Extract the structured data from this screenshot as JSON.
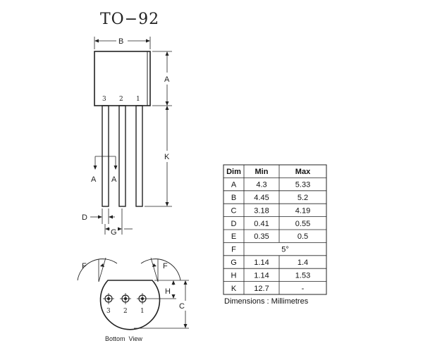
{
  "title": "TO−92",
  "front_view": {
    "dim_labels": {
      "B": "B",
      "A": "A",
      "K": "K",
      "A_left": "A",
      "A_right": "A",
      "D": "D",
      "G": "G"
    },
    "pin_numbers": [
      "3",
      "2",
      "1"
    ]
  },
  "bottom_view": {
    "dim_labels": {
      "F_left": "F",
      "F_right": "F",
      "H": "H",
      "C": "C"
    },
    "pin_numbers": [
      "3",
      "2",
      "1"
    ],
    "caption": "Bottom  View"
  },
  "table": {
    "headers": [
      "Dim",
      "Min",
      "Max"
    ],
    "rows": [
      [
        "A",
        "4.3",
        "5.33"
      ],
      [
        "B",
        "4.45",
        "5.2"
      ],
      [
        "C",
        "3.18",
        "4.19"
      ],
      [
        "D",
        "0.41",
        "0.55"
      ],
      [
        "E",
        "0.35",
        "0.5"
      ],
      [
        "F",
        "5°",
        ""
      ],
      [
        "G",
        "1.14",
        "1.4"
      ],
      [
        "H",
        "1.14",
        "1.53"
      ],
      [
        "K",
        "12.7",
        "-"
      ]
    ],
    "note": "Dimensions : Millimetres"
  }
}
